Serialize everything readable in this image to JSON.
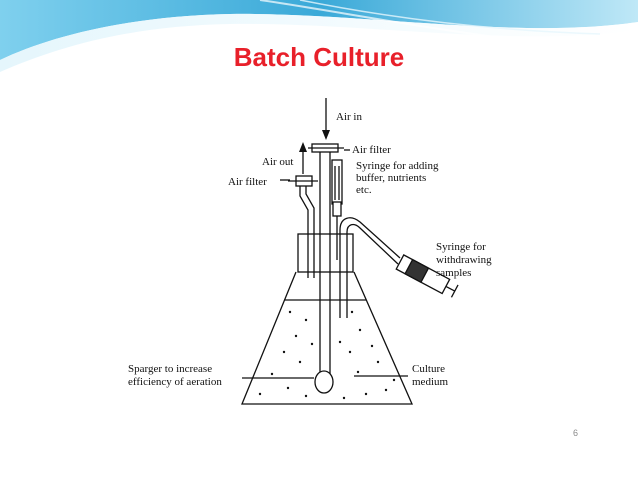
{
  "slide": {
    "title": "Batch Culture",
    "title_color": "#e8202a",
    "page_number": "6",
    "accent_color": "#3aa9d8"
  },
  "diagram": {
    "labels": {
      "air_in": "Air in",
      "air_filter_top": "Air filter",
      "air_out": "Air out",
      "air_filter_left": "Air filter",
      "syringe_adding_1": "Syringe for adding",
      "syringe_adding_2": "buffer, nutrients",
      "syringe_adding_3": "etc.",
      "syringe_withdraw_1": "Syringe for",
      "syringe_withdraw_2": "withdrawing",
      "syringe_withdraw_3": "samples",
      "sparger_1": "Sparger to increase",
      "sparger_2": "efficiency of aeration",
      "culture_1": "Culture",
      "culture_2": "medium"
    }
  }
}
